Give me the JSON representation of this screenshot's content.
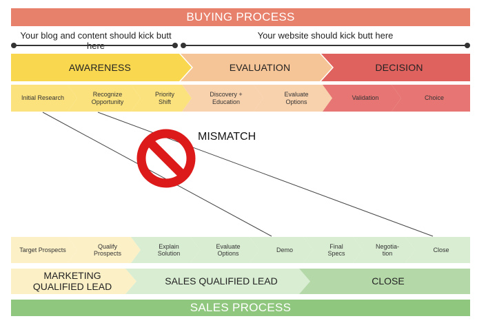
{
  "buying_process": {
    "title": "BUYING PROCESS",
    "left_caption": "Your blog and content should kick butt here",
    "right_caption": "Your website should kick butt here",
    "phases": [
      "AWARENESS",
      "EVALUATION",
      "DECISION"
    ],
    "steps": [
      "Initial Research",
      "Recognize\nOpportunity",
      "Priority\nShift",
      "Discovery +\nEducation",
      "Evaluate\nOptions",
      "Validation",
      "Choice"
    ]
  },
  "mismatch": {
    "label": "MISMATCH",
    "icon": "no-entry-icon"
  },
  "sales_process": {
    "title": "SALES PROCESS",
    "steps": [
      "Target Prospects",
      "Qualify\nProspects",
      "Explain\nSolution",
      "Evaluate\nOptions",
      "Demo",
      "Final\nSpecs",
      "Negotia-\ntion",
      "Close"
    ],
    "phases": [
      "MARKETING\nQUALIFIED LEAD",
      "SALES QUALIFIED LEAD",
      "CLOSE"
    ]
  },
  "colors": {
    "buying_banner": "#e8816b",
    "sales_banner": "#8fc77e",
    "awareness": "#f9d84f",
    "awareness_step": "#fbe27d",
    "evaluation": "#f6c597",
    "evaluation_step": "#f8d1ad",
    "decision": "#e0625f",
    "decision_step": "#e67573",
    "mql": "#fcf0c7",
    "sql": "#d9edd2",
    "close": "#b4d8a8",
    "no_entry": "#dd1a1a"
  }
}
